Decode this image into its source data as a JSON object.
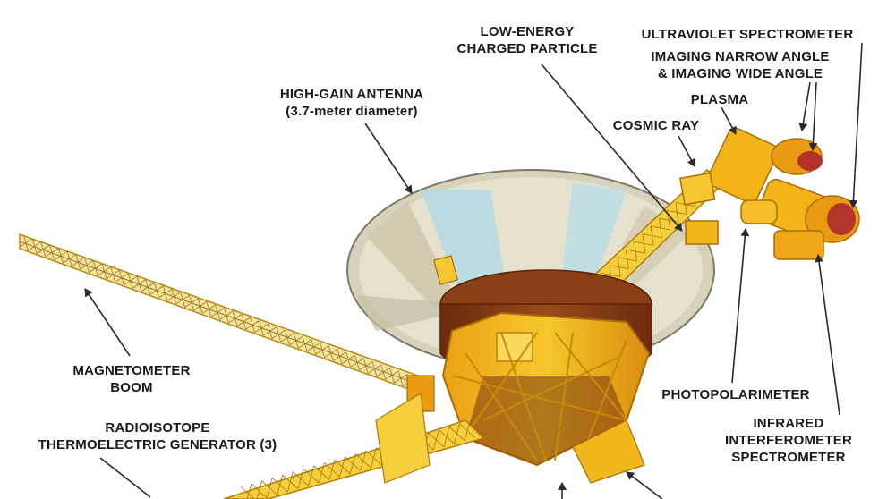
{
  "diagram": {
    "labels": {
      "low_energy": [
        "LOW-ENERGY",
        "CHARGED PARTICLE"
      ],
      "uv_spectrometer": [
        "ULTRAVIOLET SPECTROMETER"
      ],
      "imaging": [
        "IMAGING NARROW ANGLE",
        "& IMAGING WIDE ANGLE"
      ],
      "plasma": [
        "PLASMA"
      ],
      "high_gain": [
        "HIGH-GAIN ANTENNA",
        "(3.7-meter diameter)"
      ],
      "cosmic_ray": [
        "COSMIC RAY"
      ],
      "magnetometer": [
        "MAGNETOMETER",
        "BOOM"
      ],
      "photopolarimeter": [
        "PHOTOPOLARIMETER"
      ],
      "rtg": [
        "RADIOISOTOPE",
        "THERMOELECTRIC GENERATOR (3)"
      ],
      "infrared": [
        "INFRARED",
        "INTERFEROMETER",
        "SPECTROMETER"
      ]
    },
    "colors": {
      "structure": "#f2b418",
      "structure_dark": "#c97d0c",
      "bus_brown": "#7a3510",
      "dish_base": "#dcd6bf",
      "dish_blue": "#a9d6e2",
      "line": "#2a2a2a"
    }
  }
}
